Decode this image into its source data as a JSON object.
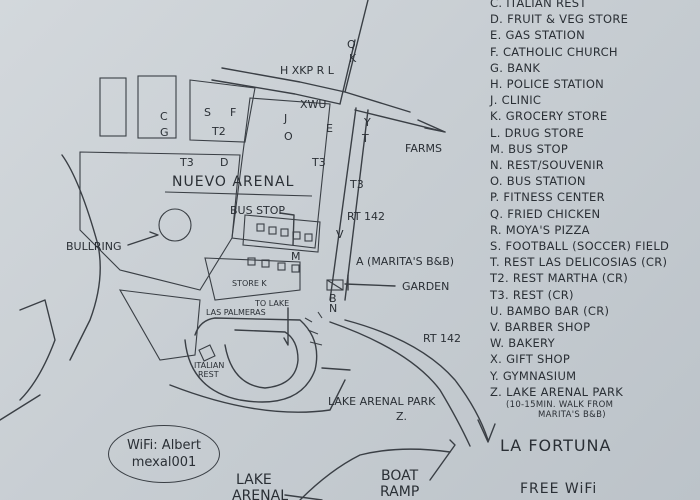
{
  "legend": {
    "items": [
      "C. ITALIAN REST",
      "D. FRUIT & VEG STORE",
      "E. GAS STATION",
      "F. CATHOLIC CHURCH",
      "G. BANK",
      "H. POLICE STATION",
      "J. CLINIC",
      "K. GROCERY STORE",
      "L. DRUG STORE",
      "M. BUS STOP",
      "N. REST/SOUVENIR",
      "O. BUS STATION",
      "P. FITNESS CENTER",
      "Q. FRIED CHICKEN",
      "R. MOYA'S PIZZA",
      "S. FOOTBALL (SOCCER) FIELD",
      "T. REST LAS DELICOSIAS (CR)",
      "T2. REST MARTHA (CR)",
      "T3. REST (CR)",
      "U. BAMBO BAR (CR)",
      "V. BARBER SHOP",
      "W. BAKERY",
      "X. GIFT SHOP",
      "Y. GYMNASIUM",
      "Z. LAKE ARENAL PARK"
    ],
    "z_note_line1": "(10-15MIN. WALK FROM",
    "z_note_line2": "MARITA'S B&B)"
  },
  "map": {
    "town_name": "NUEVO ARENAL",
    "bus_stop": "BUS STOP",
    "bullring": "BULLRING",
    "store_k": "STORE K",
    "to_lake": "TO LAKE",
    "las_palmeras": "LAS PALMERAS",
    "italian_rest_line1": "ITALIAN",
    "italian_rest_line2": "REST",
    "marita": "A (MARITA'S B&B)",
    "garden": "GARDEN",
    "farms": "FARMS",
    "rt142_top": "RT 142",
    "rt142_bottom": "RT 142",
    "lake_park_line1": "LAKE ARENAL PARK",
    "lake_park_line2": "Z.",
    "la_fortuna": "LA FORTUNA",
    "boat_ramp_line1": "BOAT",
    "boat_ramp_line2": "RAMP",
    "lake_arenal_line1": "LAKE",
    "lake_arenal_line2": "ARENAL",
    "free_wifi": "FREE WiFi",
    "letters": {
      "hkpr": "H XKP R L",
      "q": "Q",
      "k": "K",
      "s": "S",
      "f": "F",
      "c": "C",
      "g": "G",
      "t2": "T2",
      "xwu": "XWU",
      "j": "J",
      "o": "O",
      "e": "E",
      "y": "Y",
      "t": "T",
      "t3a": "T3",
      "d": "D",
      "t3b": "T3",
      "t3c": "T3",
      "v": "V",
      "m": "M",
      "b": "B",
      "n": "N"
    }
  },
  "wifi": {
    "line1": "WiFi: Albert",
    "line2": "mexal001"
  }
}
